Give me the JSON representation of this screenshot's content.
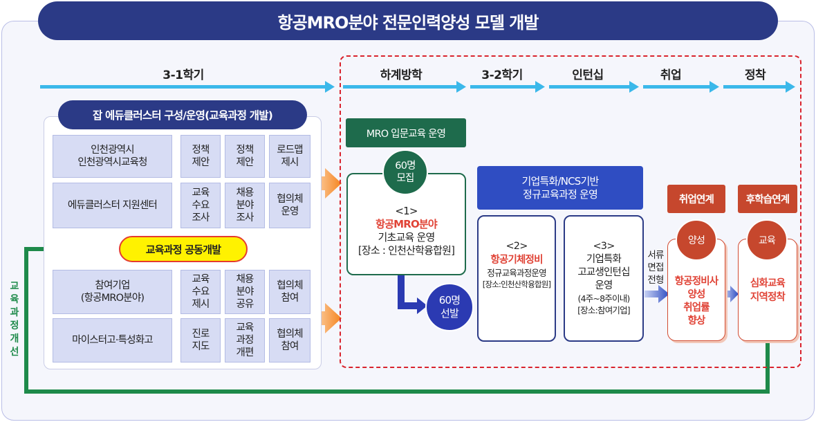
{
  "title": "항공MRO분야 전문인력양성 모델 개발",
  "phases": {
    "p1": "3-1학기",
    "p2": "하계방학",
    "p3": "3-2학기",
    "p4": "인턴십",
    "p5": "취업",
    "p6": "정착"
  },
  "left": {
    "header": "잡 에듀클러스터 구성/운영(교육과정 개발)",
    "rows_top": [
      {
        "name": "인천광역시\n인천광역시교육청",
        "c1": "정책\n제안",
        "c2": "정책\n제안",
        "c3": "로드맵\n제시"
      },
      {
        "name": "에듀클러스터 지원센터",
        "c1": "교육\n수요\n조사",
        "c2": "채용\n분야\n조사",
        "c3": "협의체\n운영"
      }
    ],
    "codev": "교육과정 공동개발",
    "rows_bottom": [
      {
        "name": "참여기업\n(항공MRO분야)",
        "c1": "교육\n수요\n제시",
        "c2": "채용\n분야\n공유",
        "c3": "협의체\n참여"
      },
      {
        "name": "마이스터고·특성화고",
        "c1": "진로\n지도",
        "c2": "교육\n과정\n개편",
        "c3": "협의체\n참여"
      }
    ],
    "vertical_label": "교육과정개선"
  },
  "mro": {
    "header": "MRO 입문교육 운영",
    "recruit": "60명\n모집",
    "num": "<1>",
    "highlight": "항공MRO분야",
    "course": "기초교육 운영",
    "place": "[장소 : 인천산학융합원]",
    "select": "60명\n선발"
  },
  "ncs": {
    "header": "기업특화/NCS기반\n정규교육과정 운영",
    "card2": {
      "num": "<2>",
      "highlight": "항공기체정비",
      "line1": "정규교육과정운영",
      "line2": "[장소:인천산학융합원]"
    },
    "card3": {
      "num": "<3>",
      "line1": "기업특화",
      "line2": "고교생인턴십",
      "line3": "운영",
      "line4": "(4주~8주이내)",
      "line5": "[장소:참여기업]"
    }
  },
  "side_label": "서류\n면접\n전형",
  "employment": {
    "header": "취업연계",
    "circle": "양성",
    "body": "항공정비사\n양성\n취업률\n향상"
  },
  "settle": {
    "header": "후학습연계",
    "circle": "교육",
    "body": "심화교육\n지역정착"
  },
  "colors": {
    "navy": "#2b3a86",
    "green": "#1e6b4c",
    "blue": "#2f4dc2",
    "orange_red": "#c6472d",
    "accent_red": "#e04336",
    "arrow_cyan": "#3bb8ea",
    "arrow_orange": "#f5841f",
    "loop_green": "#1e8a4a"
  }
}
